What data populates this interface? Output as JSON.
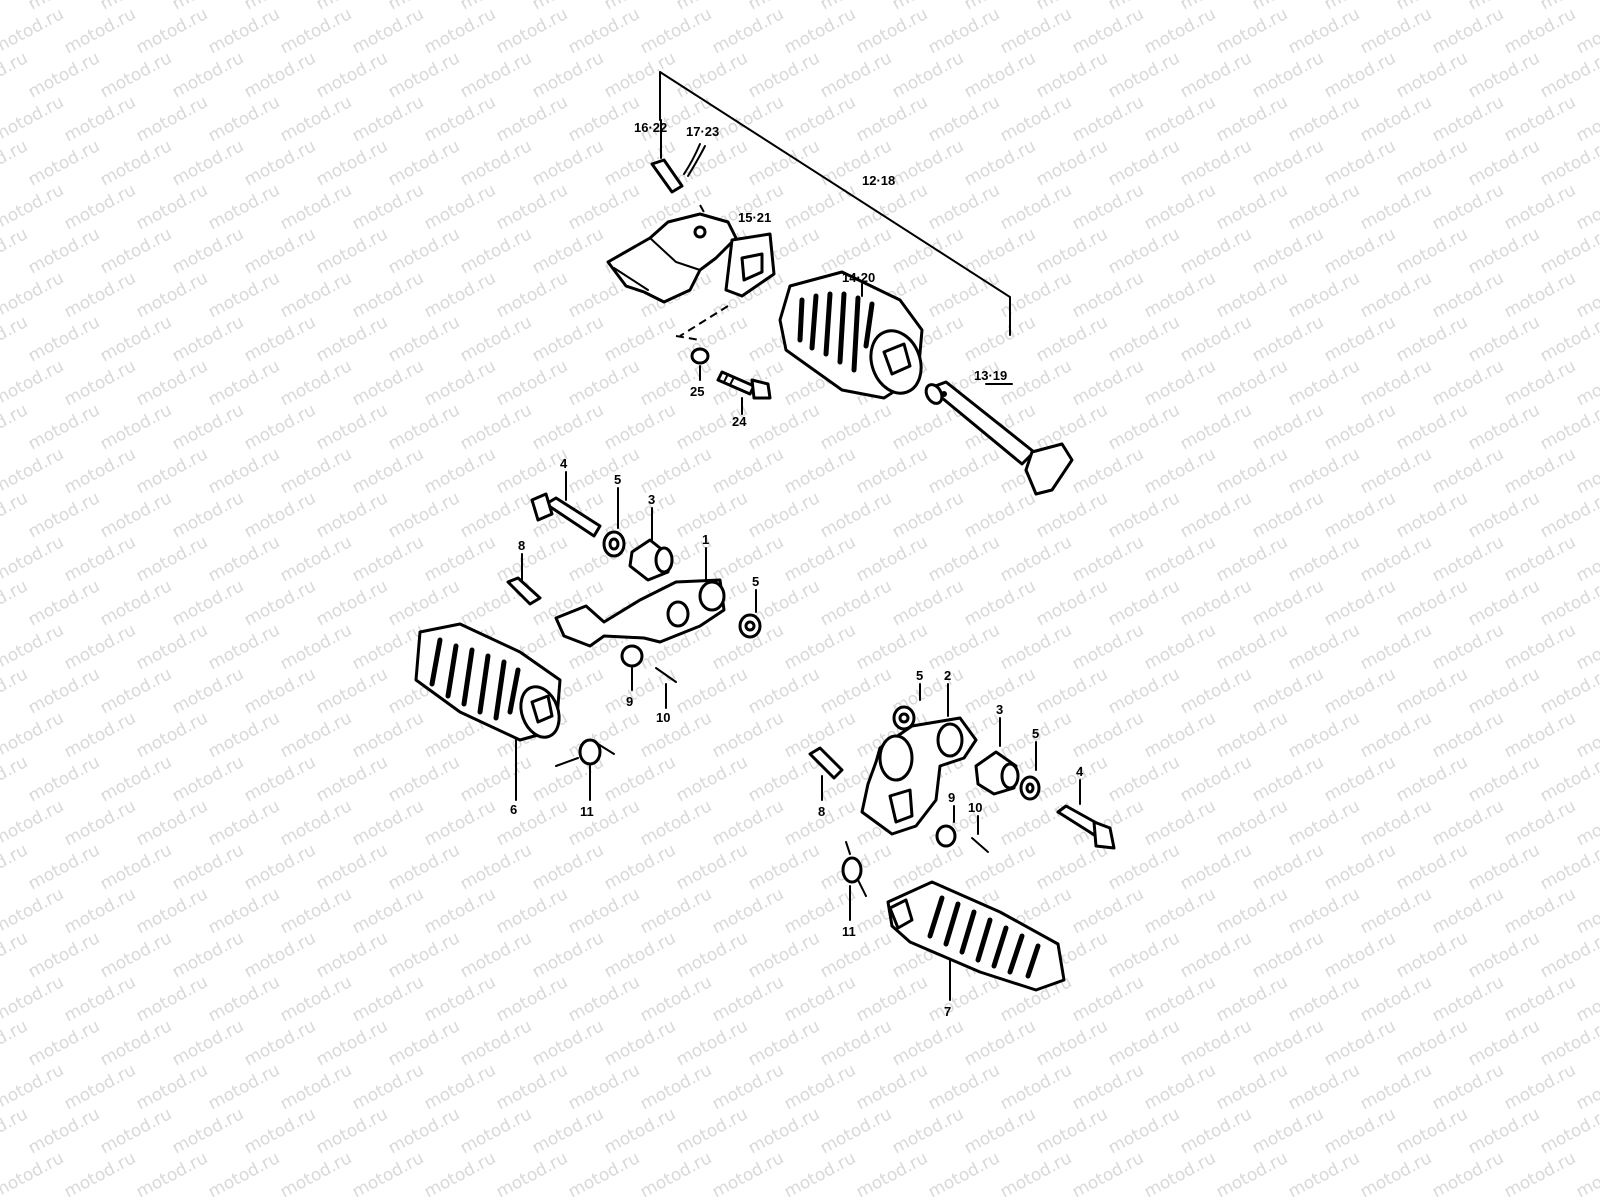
{
  "watermark": "motod.ru",
  "colors": {
    "background": "#ffffff",
    "ink": "#000000",
    "watermark": "#d8d8d8"
  },
  "labels": {
    "p16_22": "16·22",
    "p17_23": "17·23",
    "p12_18": "12·18",
    "p15_21": "15·21",
    "p14_20": "14·20",
    "p13_19": "13·19",
    "p25": "25",
    "p24": "24",
    "left": {
      "p4": "4",
      "p5a": "5",
      "p3": "3",
      "p1": "1",
      "p8": "8",
      "p5b": "5",
      "p9": "9",
      "p10": "10",
      "p6": "6",
      "p11": "11"
    },
    "right": {
      "p5a": "5",
      "p2": "2",
      "p3": "3",
      "p5b": "5",
      "p4": "4",
      "p8": "8",
      "p9": "9",
      "p10": "10",
      "p11": "11",
      "p7": "7"
    }
  }
}
